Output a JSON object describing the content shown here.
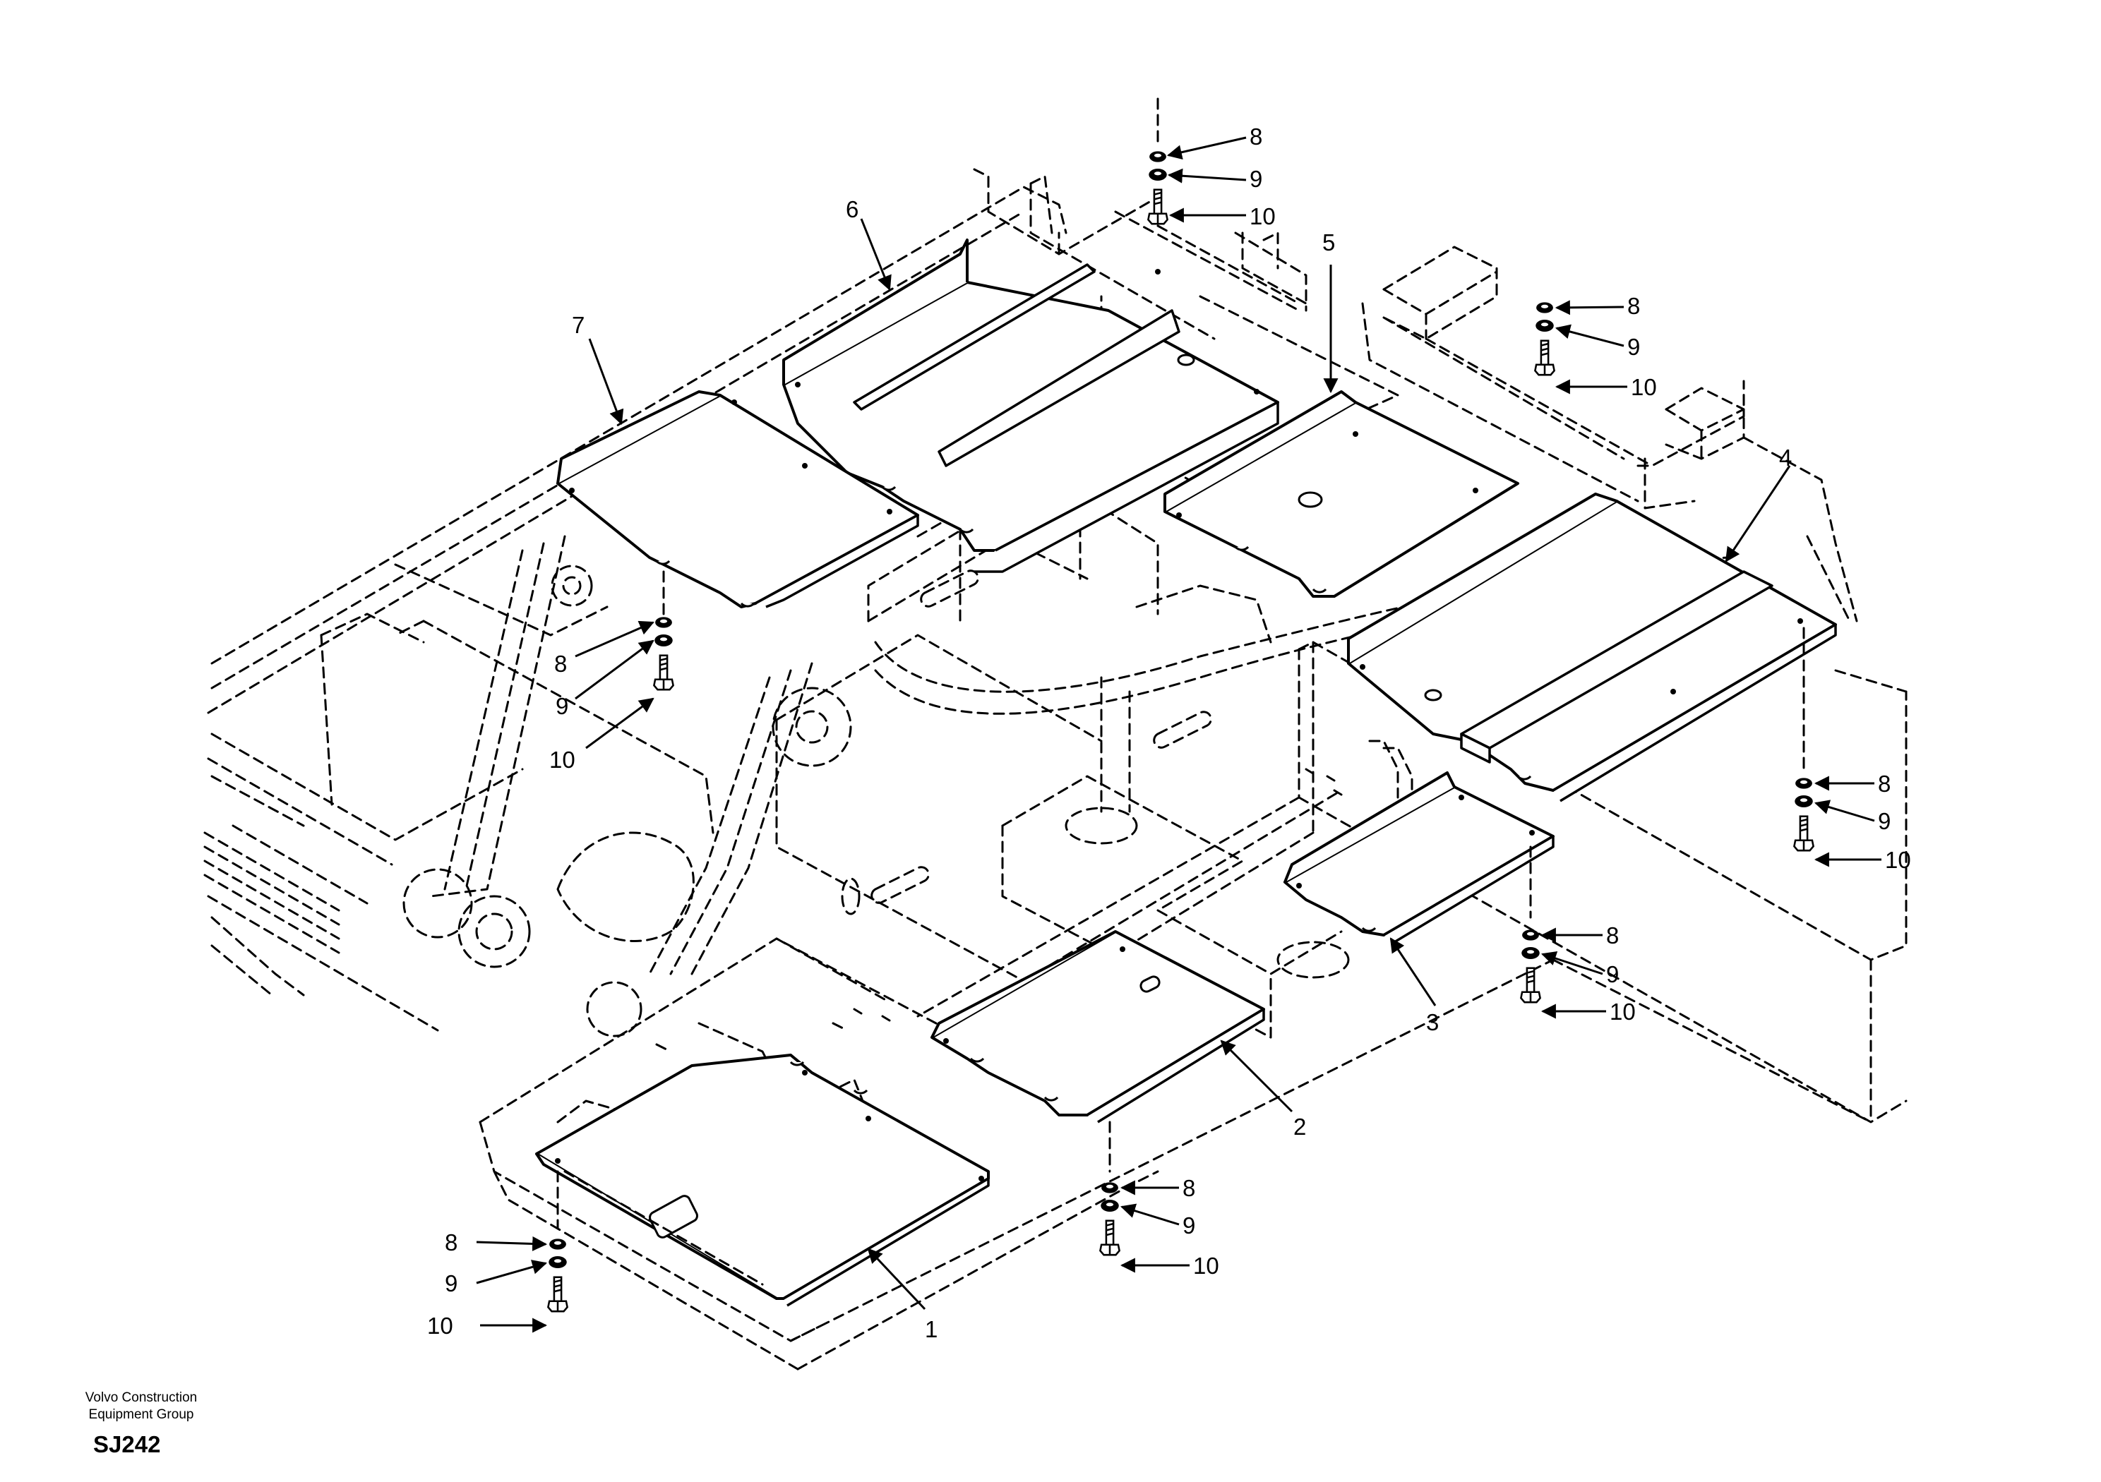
{
  "footer": {
    "line1": "Volvo Construction",
    "line2": "Equipment Group",
    "code": "SJ242"
  },
  "callouts": {
    "c1": "1",
    "c2": "2",
    "c3": "3",
    "c4": "4",
    "c5": "5",
    "c6": "6",
    "c7": "7",
    "n8": "8",
    "n9": "9",
    "n10": "10"
  }
}
